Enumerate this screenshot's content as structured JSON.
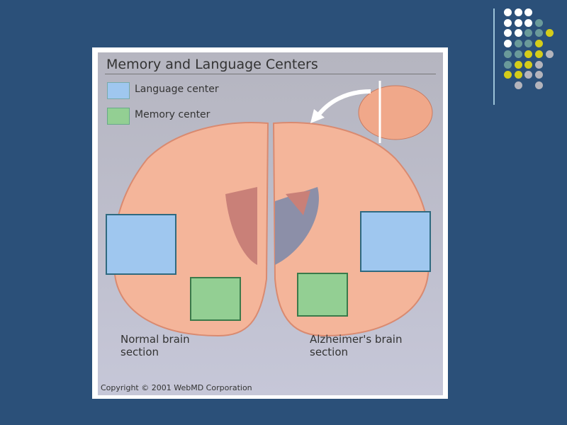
{
  "diagram": {
    "title": "Memory and Language Centers",
    "legend": [
      {
        "label": "Language center",
        "color": "#9fc7ef"
      },
      {
        "label": "Memory center",
        "color": "#93cf93"
      }
    ],
    "captions": {
      "normal": "Normal brain section",
      "alzheimers": "Alzheimer's brain section"
    },
    "normal_caption_lines": [
      "Normal brain",
      "section"
    ],
    "alz_caption_lines": [
      "Alzheimer's brain",
      "section"
    ],
    "copyright": "Copyright © 2001 WebMD Corporation"
  },
  "colors": {
    "background": "#2b5079",
    "white": "#ffffff",
    "teal": "#6a9a9a",
    "yellow": "#d4cc1a",
    "gray": "#b4b4bc",
    "brain": "#f4b59a"
  }
}
